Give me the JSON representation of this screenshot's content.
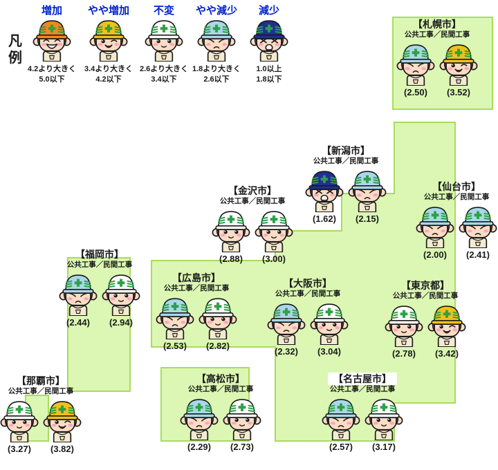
{
  "legend": {
    "title_chars": [
      "凡",
      "例"
    ],
    "items": [
      {
        "label": "増加",
        "face": "laugh",
        "range_line1": "4.2より大きく",
        "range_line2": "5.0以下"
      },
      {
        "label": "やや増加",
        "face": "wink",
        "range_line1": "3.4より大きく",
        "range_line2": "4.2以下"
      },
      {
        "label": "不変",
        "face": "neutral",
        "range_line1": "2.6より大きく",
        "range_line2": "3.4以下"
      },
      {
        "label": "やや減少",
        "face": "sad",
        "range_line1": "1.8より大きく",
        "range_line2": "2.6以下"
      },
      {
        "label": "減少",
        "face": "cry",
        "range_line1": "1.0以上",
        "range_line2": "1.8以下"
      }
    ]
  },
  "cities": [
    {
      "id": "sapporo",
      "name": "【札幌市】",
      "works": "公共工事／民間工事",
      "faces": [
        "sad",
        "wink"
      ],
      "values": [
        "(2.50)",
        "(3.52)"
      ]
    },
    {
      "id": "niigata",
      "name": "【新潟市】",
      "works": "公共工事／民間工事",
      "faces": [
        "cry",
        "sad"
      ],
      "values": [
        "(1.62)",
        "(2.15)"
      ]
    },
    {
      "id": "sendai",
      "name": "【仙台市】",
      "works": "公共工事／民間工事",
      "faces": [
        "sad",
        "sad"
      ],
      "values": [
        "(2.00)",
        "(2.41)"
      ]
    },
    {
      "id": "kanazawa",
      "name": "【金沢市】",
      "works": "公共工事／民間工事",
      "faces": [
        "neutral",
        "neutral"
      ],
      "values": [
        "(2.88)",
        "(3.00)"
      ]
    },
    {
      "id": "fukuoka",
      "name": "【福岡市】",
      "works": "公共工事／民間工事",
      "faces": [
        "sad",
        "neutral"
      ],
      "values": [
        "(2.44)",
        "(2.94)"
      ]
    },
    {
      "id": "hiroshima",
      "name": "【広島市】",
      "works": "公共工事／民間工事",
      "faces": [
        "sad",
        "neutral"
      ],
      "values": [
        "(2.53)",
        "(2.82)"
      ]
    },
    {
      "id": "osaka",
      "name": "【大阪市】",
      "works": "公共工事／民間工事",
      "faces": [
        "sad",
        "neutral"
      ],
      "values": [
        "(2.32)",
        "(3.04)"
      ]
    },
    {
      "id": "tokyo",
      "name": "【東京都】",
      "works": "公共工事／民間工事",
      "faces": [
        "neutral",
        "wink"
      ],
      "values": [
        "(2.78)",
        "(3.42)"
      ]
    },
    {
      "id": "naha",
      "name": "【那覇市】",
      "works": "公共工事／民間工事",
      "faces": [
        "neutral",
        "wink"
      ],
      "values": [
        "(3.27)",
        "(3.82)"
      ]
    },
    {
      "id": "takamatsu",
      "name": "【高松市】",
      "works": "公共工事／民間工事",
      "faces": [
        "sad",
        "neutral"
      ],
      "values": [
        "(2.29)",
        "(2.73)"
      ]
    },
    {
      "id": "nagoya",
      "name": "【名古屋市】",
      "works": "公共工事／民間工事",
      "faces": [
        "sad",
        "neutral"
      ],
      "values": [
        "(2.57)",
        "(3.17)"
      ]
    }
  ],
  "face_meaning": {
    "laugh": "増加",
    "wink": "やや増加",
    "neutral": "不変",
    "sad": "やや減少",
    "cry": "減少"
  },
  "colors": {
    "map_fill": "#DBF7B3",
    "map_border": "#A8DC5A",
    "legend_label": "#0022CC",
    "helmets": {
      "laugh": "#F5871F",
      "wink": "#F0C11E",
      "neutral": "#FFFFFF",
      "sad": "#A9D8E9",
      "cry": "#1F2F94"
    },
    "stripe_green": "#2FA046",
    "skin": "#FBDCC5",
    "cheek": "#F6A8BC",
    "hair": "#7B4A2D",
    "body": "#F3EAD0",
    "outline": "#1a1a1a"
  }
}
